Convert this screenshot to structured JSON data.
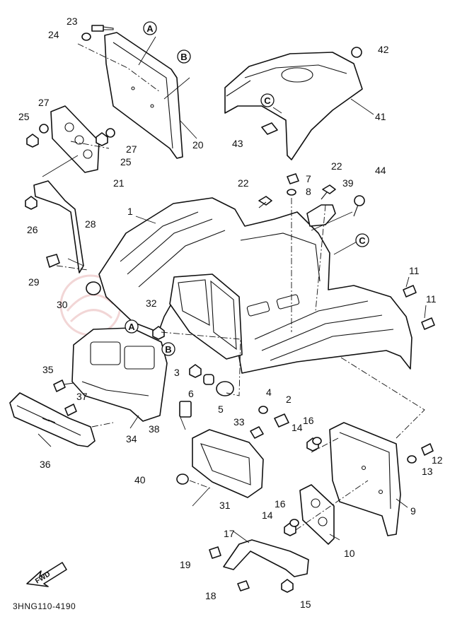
{
  "drawing_code": "3HNG110-4190",
  "fwd_label": "FWD",
  "refs": [
    "A",
    "B",
    "C"
  ],
  "part_numbers": [
    "1",
    "2",
    "3",
    "4",
    "5",
    "6",
    "7",
    "8",
    "9",
    "10",
    "11",
    "12",
    "13",
    "14",
    "15",
    "16",
    "17",
    "18",
    "19",
    "20",
    "21",
    "22",
    "23",
    "24",
    "25",
    "26",
    "27",
    "28",
    "29",
    "30",
    "31",
    "32",
    "33",
    "34",
    "35",
    "36",
    "37",
    "38",
    "39",
    "40",
    "41",
    "42",
    "43",
    "44"
  ]
}
